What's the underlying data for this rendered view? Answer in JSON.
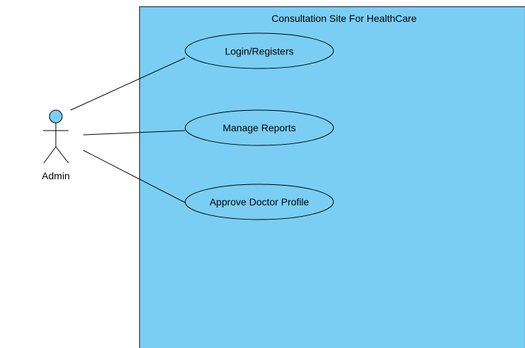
{
  "system": {
    "title": "Consultation Site For HealthCare",
    "fill_color": "#7acef4",
    "border_color": "#2b3440"
  },
  "actor": {
    "name": "Admin",
    "head_color": "#7acef4"
  },
  "use_cases": [
    {
      "label": "Login/Registers"
    },
    {
      "label": "Manage Reports"
    },
    {
      "label": "Approve Doctor Profile"
    }
  ],
  "colors": {
    "use_case_fill": "#7acef4",
    "line": "#000000"
  }
}
